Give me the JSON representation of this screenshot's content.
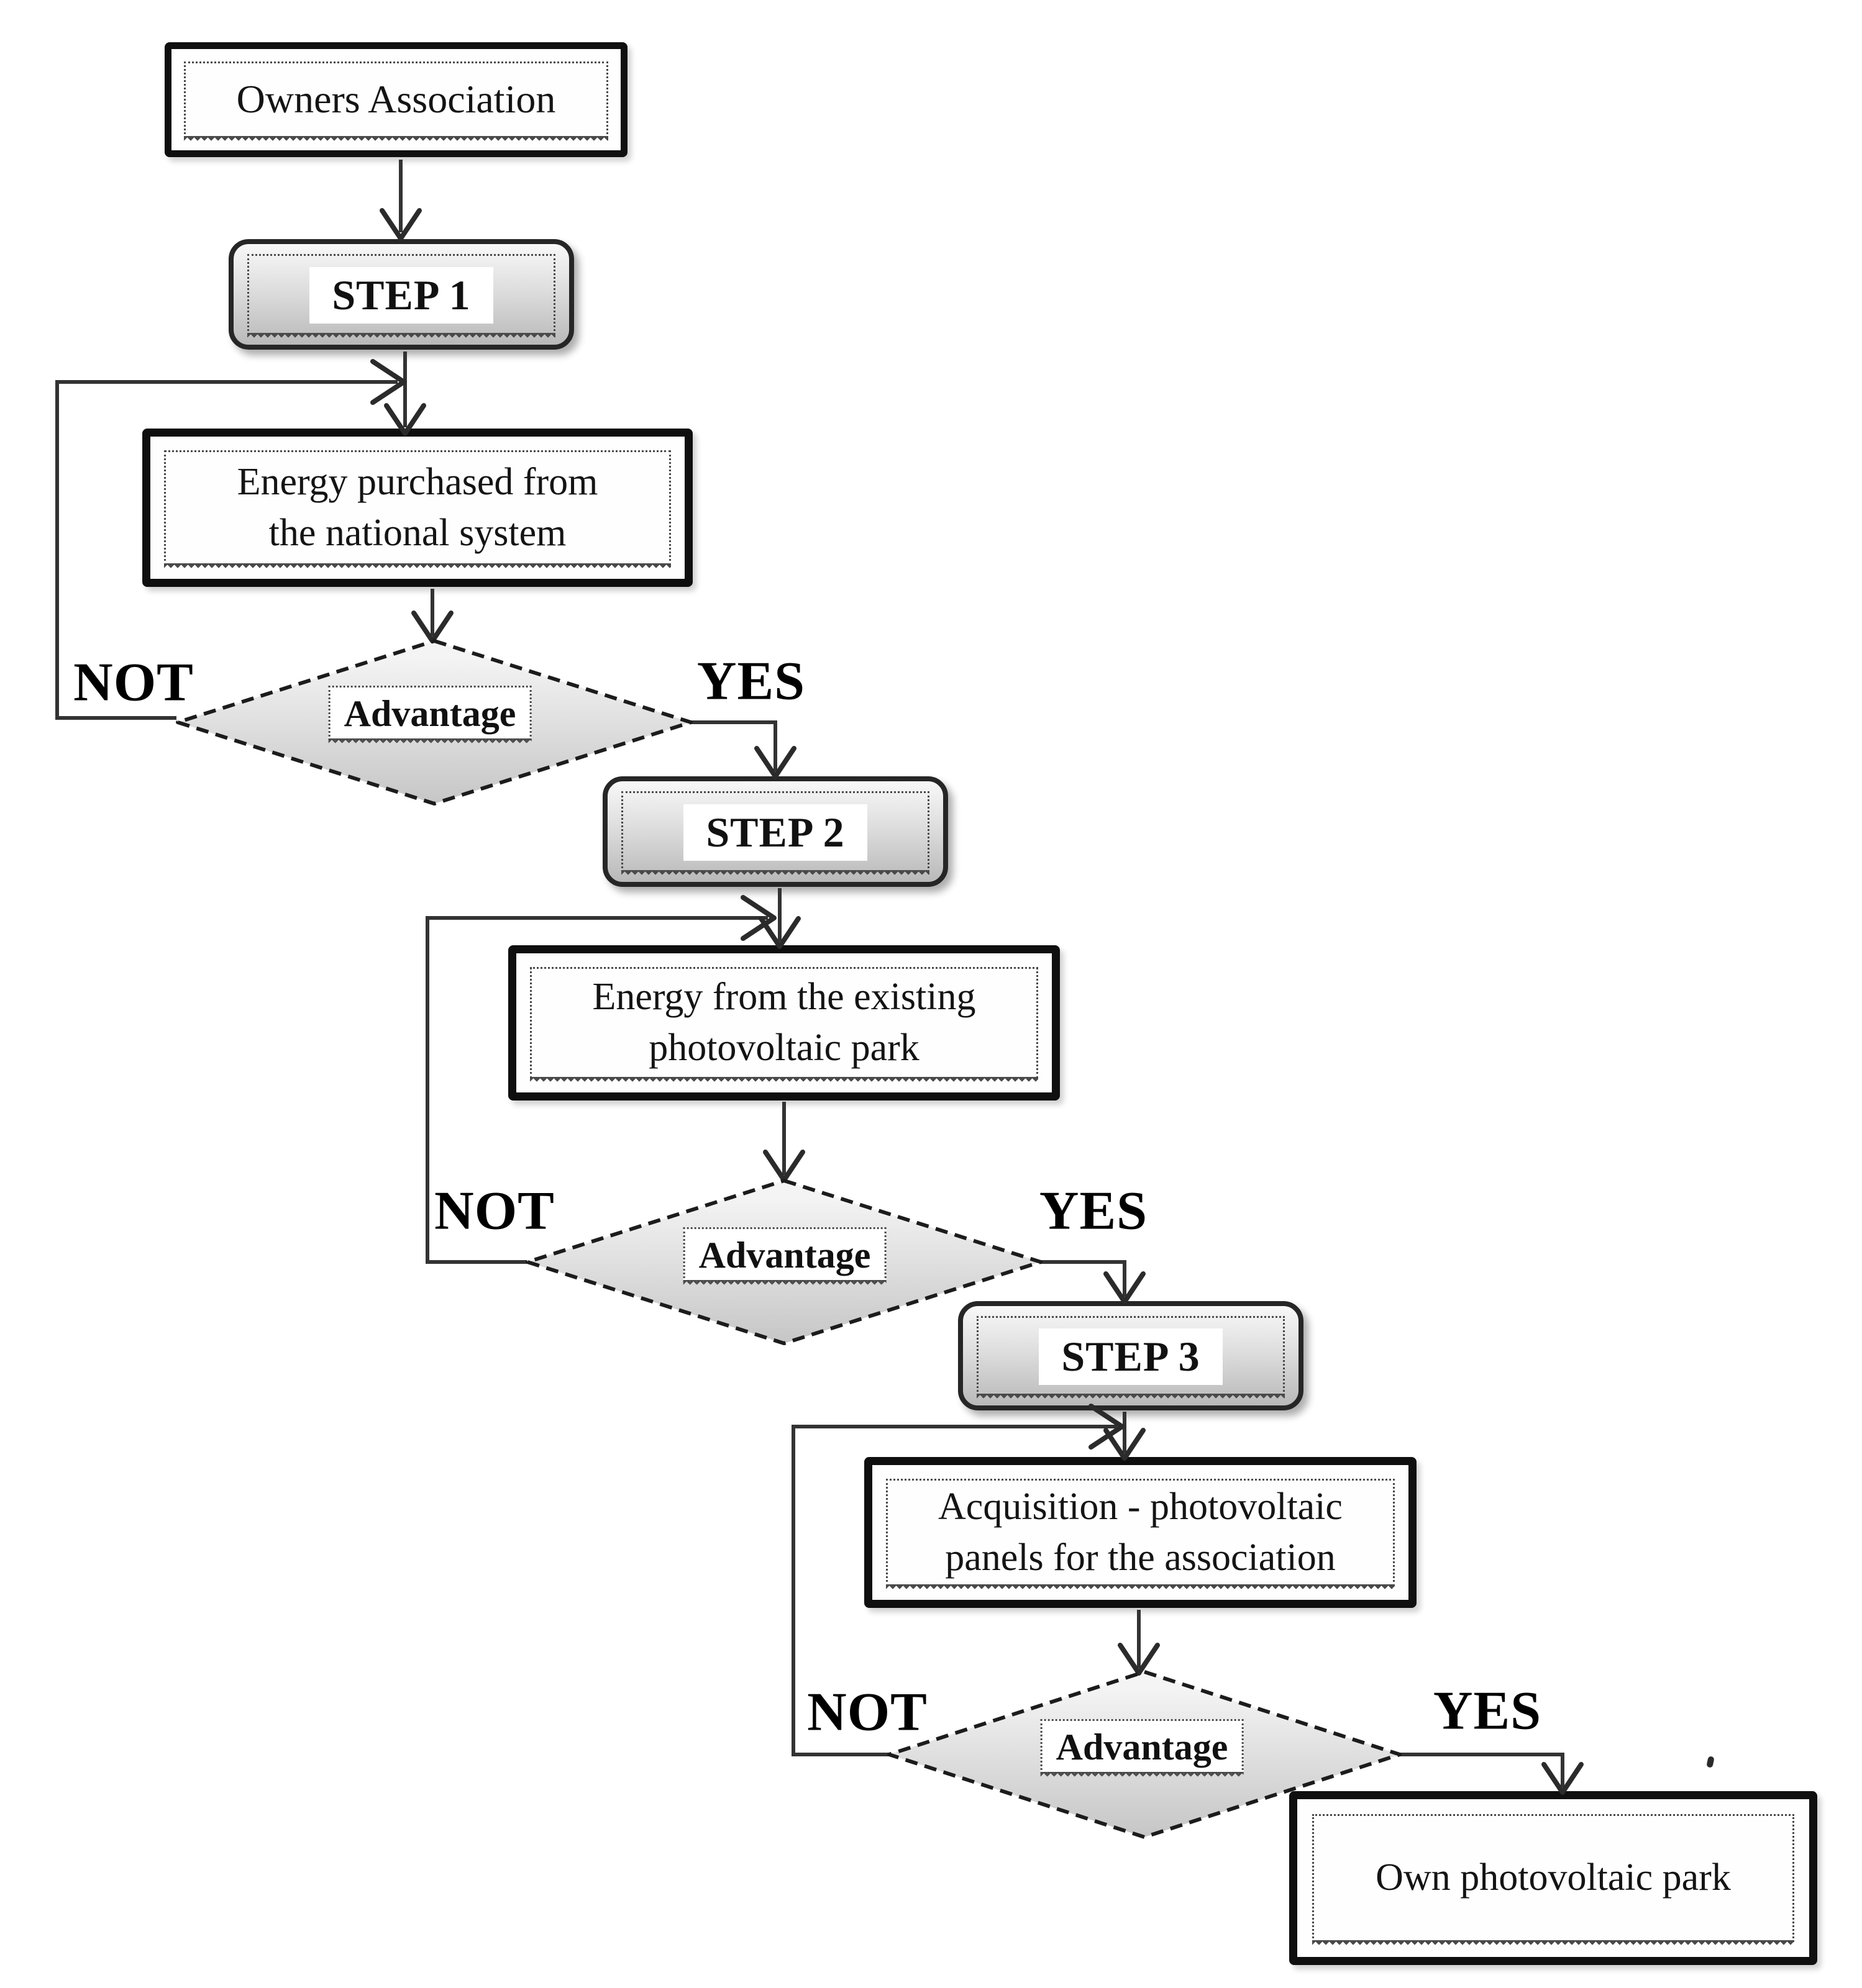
{
  "colors": {
    "background": "#ffffff",
    "box_border": "#0f0f0f",
    "connector": "#333333",
    "text": "#141414",
    "marquee_dots": "#4a4a4a",
    "diamond_fill_start": "#f4f4f4",
    "diamond_fill_end": "#c6c6c6",
    "step_fill_start": "#f8f8f8",
    "step_fill_end": "#b9b9b9",
    "label_bg": "#ffffff"
  },
  "flow": {
    "start": {
      "label": "Owners Association"
    },
    "steps": [
      {
        "label": "STEP 1",
        "process_line1": "Energy purchased from",
        "process_line2": "the national system",
        "decision": "Advantage",
        "no": "NOT",
        "yes": "YES"
      },
      {
        "label": "STEP 2",
        "process_line1": "Energy from the existing",
        "process_line2": "photovoltaic park",
        "decision": "Advantage",
        "no": "NOT",
        "yes": "YES"
      },
      {
        "label": "STEP 3",
        "process_line1": "Acquisition - photovoltaic",
        "process_line2": "panels for the association",
        "decision": "Advantage",
        "no": "NOT",
        "yes": "YES"
      }
    ],
    "end": {
      "label": "Own photovoltaic park"
    }
  }
}
